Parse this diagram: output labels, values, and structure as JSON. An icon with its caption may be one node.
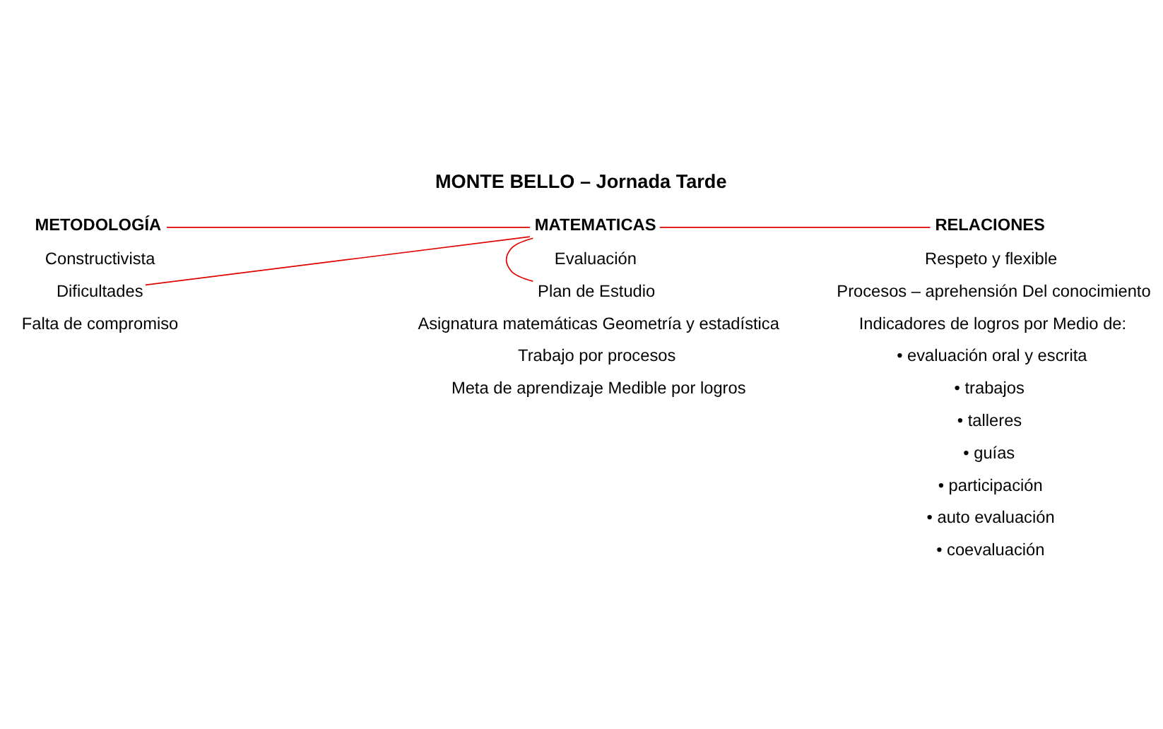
{
  "diagram": {
    "title": "MONTE BELLO – Jornada Tarde",
    "nodes": [
      {
        "text": [
          "METODOLOGÍA"
        ]
      },
      {
        "text": [
          "MATEMATICAS"
        ]
      },
      {
        "text": [
          "RELACIONES"
        ]
      },
      {
        "text": [
          "Dificultades"
        ]
      },
      {
        "text": [
          "Plan de Estudio"
        ]
      }
    ],
    "edges": [
      {
        "from": 0,
        "to": 1,
        "arrow": "none"
      },
      {
        "from": 1,
        "to": 2,
        "arrow": "none"
      },
      {
        "from": 1,
        "to": 3,
        "arrow": "none"
      },
      {
        "from": 1,
        "to": 4,
        "arrow": "none"
      }
    ],
    "labels": [
      "Constructivista",
      "Evaluación",
      "Respeto y flexible",
      "Procesos – aprehensión Del conocimiento",
      "Falta de compromiso",
      "Asignatura matemáticas Geometría y estadística",
      "Indicadores de logros por Medio de:",
      "Trabajo por procesos",
      "Meta de aprendizaje Medible por logros",
      "• evaluación oral y escrita",
      "• trabajos",
      "• talleres",
      "• guías",
      "• participación",
      "• auto evaluación",
      "• coevaluación"
    ]
  }
}
